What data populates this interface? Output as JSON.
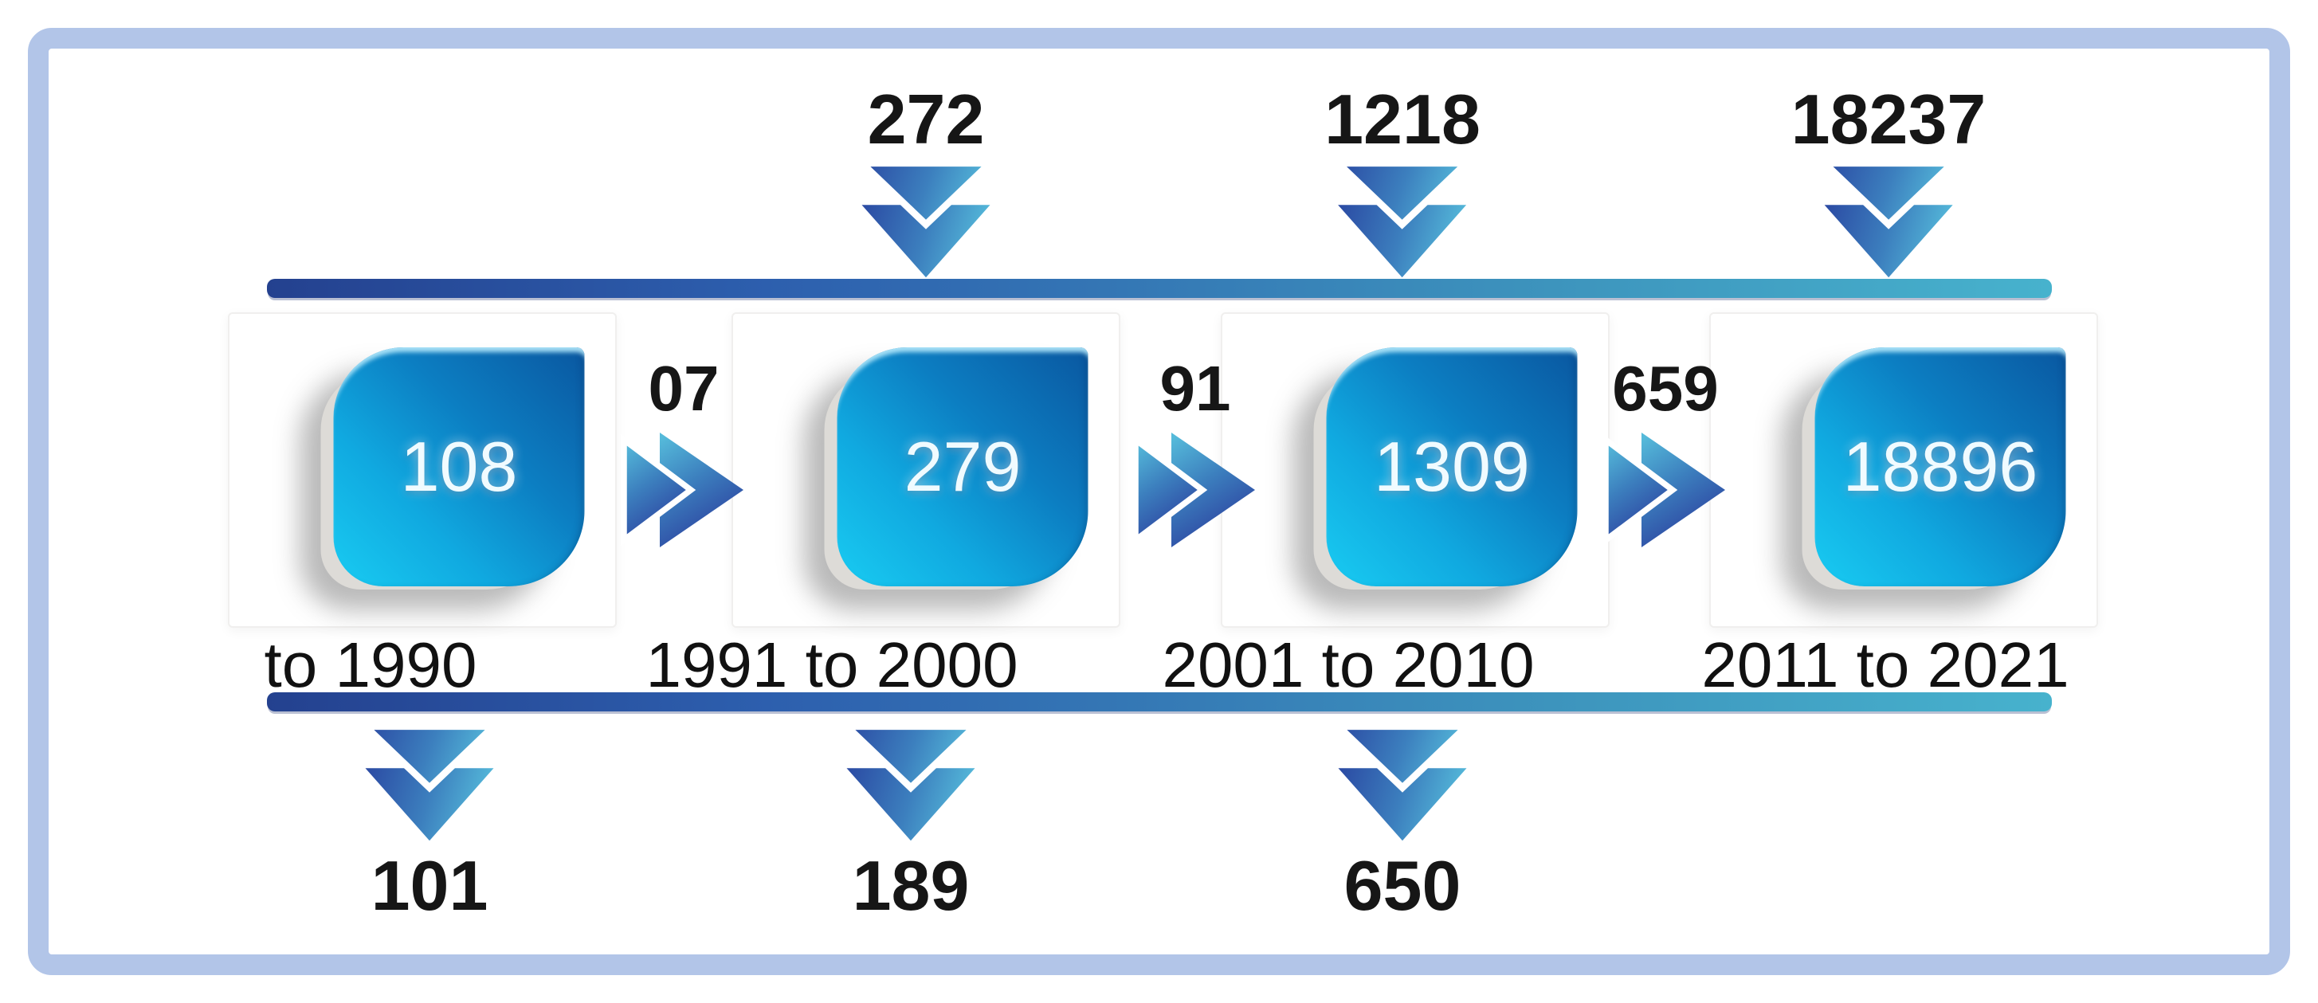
{
  "diagram": {
    "type": "timeline-flow",
    "periods": [
      {
        "label": "to 1990",
        "count": "108",
        "outflow": "101",
        "carry": "07"
      },
      {
        "label": "1991 to 2000",
        "count": "279",
        "inflow": "272",
        "outflow": "189",
        "carry": "91"
      },
      {
        "label": "2001 to 2010",
        "count": "1309",
        "inflow": "1218",
        "outflow": "650",
        "carry": "659"
      },
      {
        "label": "2011 to 2021",
        "count": "18896",
        "inflow": "18237"
      }
    ]
  },
  "palette": {
    "frame_border": "#b2c5e8",
    "flow_line_left": "#24418f",
    "flow_line_right": "#47b2cd",
    "arrow_navy": "#2b3d9d",
    "arrow_mid": "#3c7fbe",
    "arrow_teal": "#55bada",
    "tile_dark": "#0a57a0",
    "tile_bright": "#19ccf2",
    "tile_text": "#f0fbff",
    "number_text": "#161616"
  },
  "icons": {
    "inflow_arrow": "double-chevron-down-icon",
    "outflow_arrow": "double-chevron-down-icon",
    "carry_arrow": "double-chevron-right-icon"
  }
}
